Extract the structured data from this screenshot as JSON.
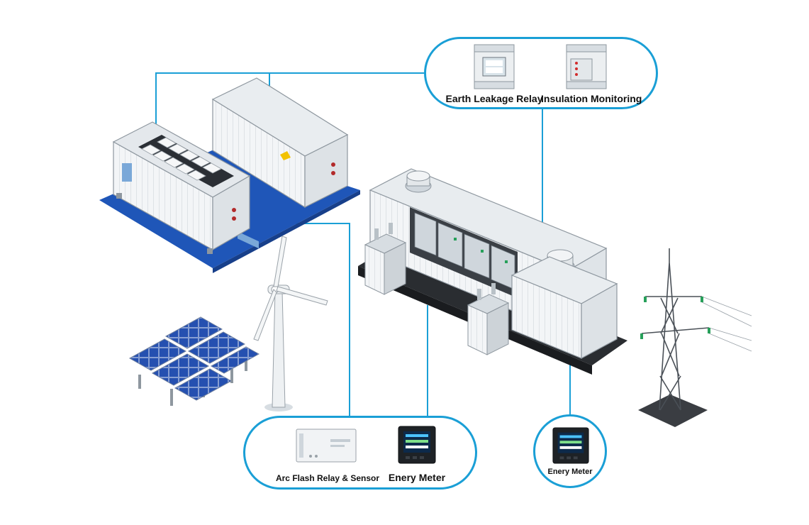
{
  "colors": {
    "accent": "#1a9fd6",
    "platform": "#1f56b8",
    "container": "#f2f4f6",
    "container_edge": "#8e979f",
    "solar": "#1e3f8f",
    "meter_screen": "#0d2a4a"
  },
  "callouts": {
    "top": {
      "left_label": "Earth Leakage Relay",
      "right_label": "Insulation Monitoring",
      "left_device_icon": "din-rail-relay-icon",
      "right_device_icon": "din-rail-monitor-icon"
    },
    "bottom": {
      "left_label": "Arc Flash Relay & Sensor",
      "right_label": "Enery Meter",
      "left_device_icon": "arc-flash-relay-icon",
      "right_device_icon": "energy-meter-icon"
    },
    "circle": {
      "label": "Enery Meter",
      "device_icon": "energy-meter-icon"
    }
  },
  "scene_items": [
    "battery-container-open-icon",
    "battery-container-closed-icon",
    "blue-platform",
    "power-conversion-skid-icon",
    "transformer-icon",
    "wind-turbine-icon",
    "solar-panel-array-icon",
    "transmission-tower-icon"
  ]
}
